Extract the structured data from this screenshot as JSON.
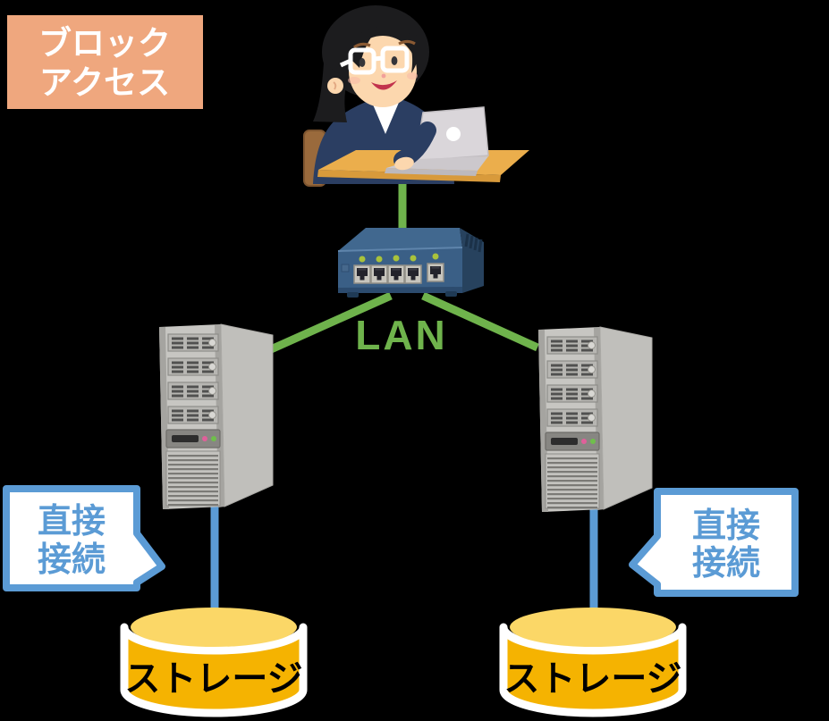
{
  "badge": {
    "line1": "ブロック",
    "line2": "アクセス"
  },
  "lan": {
    "label": "LAN"
  },
  "bubbles": {
    "left": {
      "line1": "直接",
      "line2": "接続"
    },
    "right": {
      "line1": "直接",
      "line2": "接続"
    }
  },
  "storage": {
    "left": {
      "label": "ストレージ"
    },
    "right": {
      "label": "ストレージ"
    }
  },
  "colors": {
    "background": "#000000",
    "badge-bg": "#EFA77E",
    "badge-text": "#FFFFFF",
    "lan-green": "#6FB34C",
    "bubble-blue": "#5B9BD5",
    "bubble-fill": "#FFFFFF",
    "storage-yellow": "#F5B301",
    "storage-top": "#FBD767",
    "storage-text": "#000000"
  }
}
